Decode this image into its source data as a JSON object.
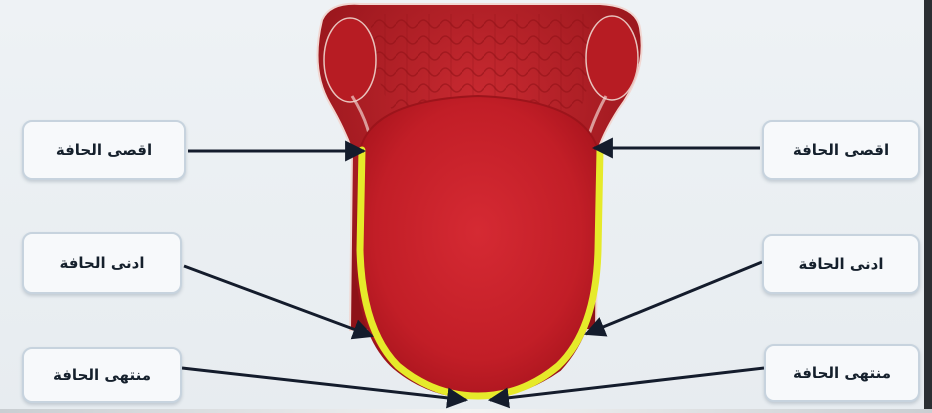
{
  "labels": {
    "left": {
      "top": "اقصى الحافة",
      "middle": "ادنى الحافة",
      "bottom": "منتهى الحافة"
    },
    "right": {
      "top": "اقصى الحافة",
      "middle": "ادنى الحافة",
      "bottom": "منتهى الحافة"
    }
  },
  "colors": {
    "tongue": "#c8202a",
    "edge_highlight": "#e6ea2a",
    "arrow": "#141c2c",
    "label_border": "#c7d3de"
  }
}
